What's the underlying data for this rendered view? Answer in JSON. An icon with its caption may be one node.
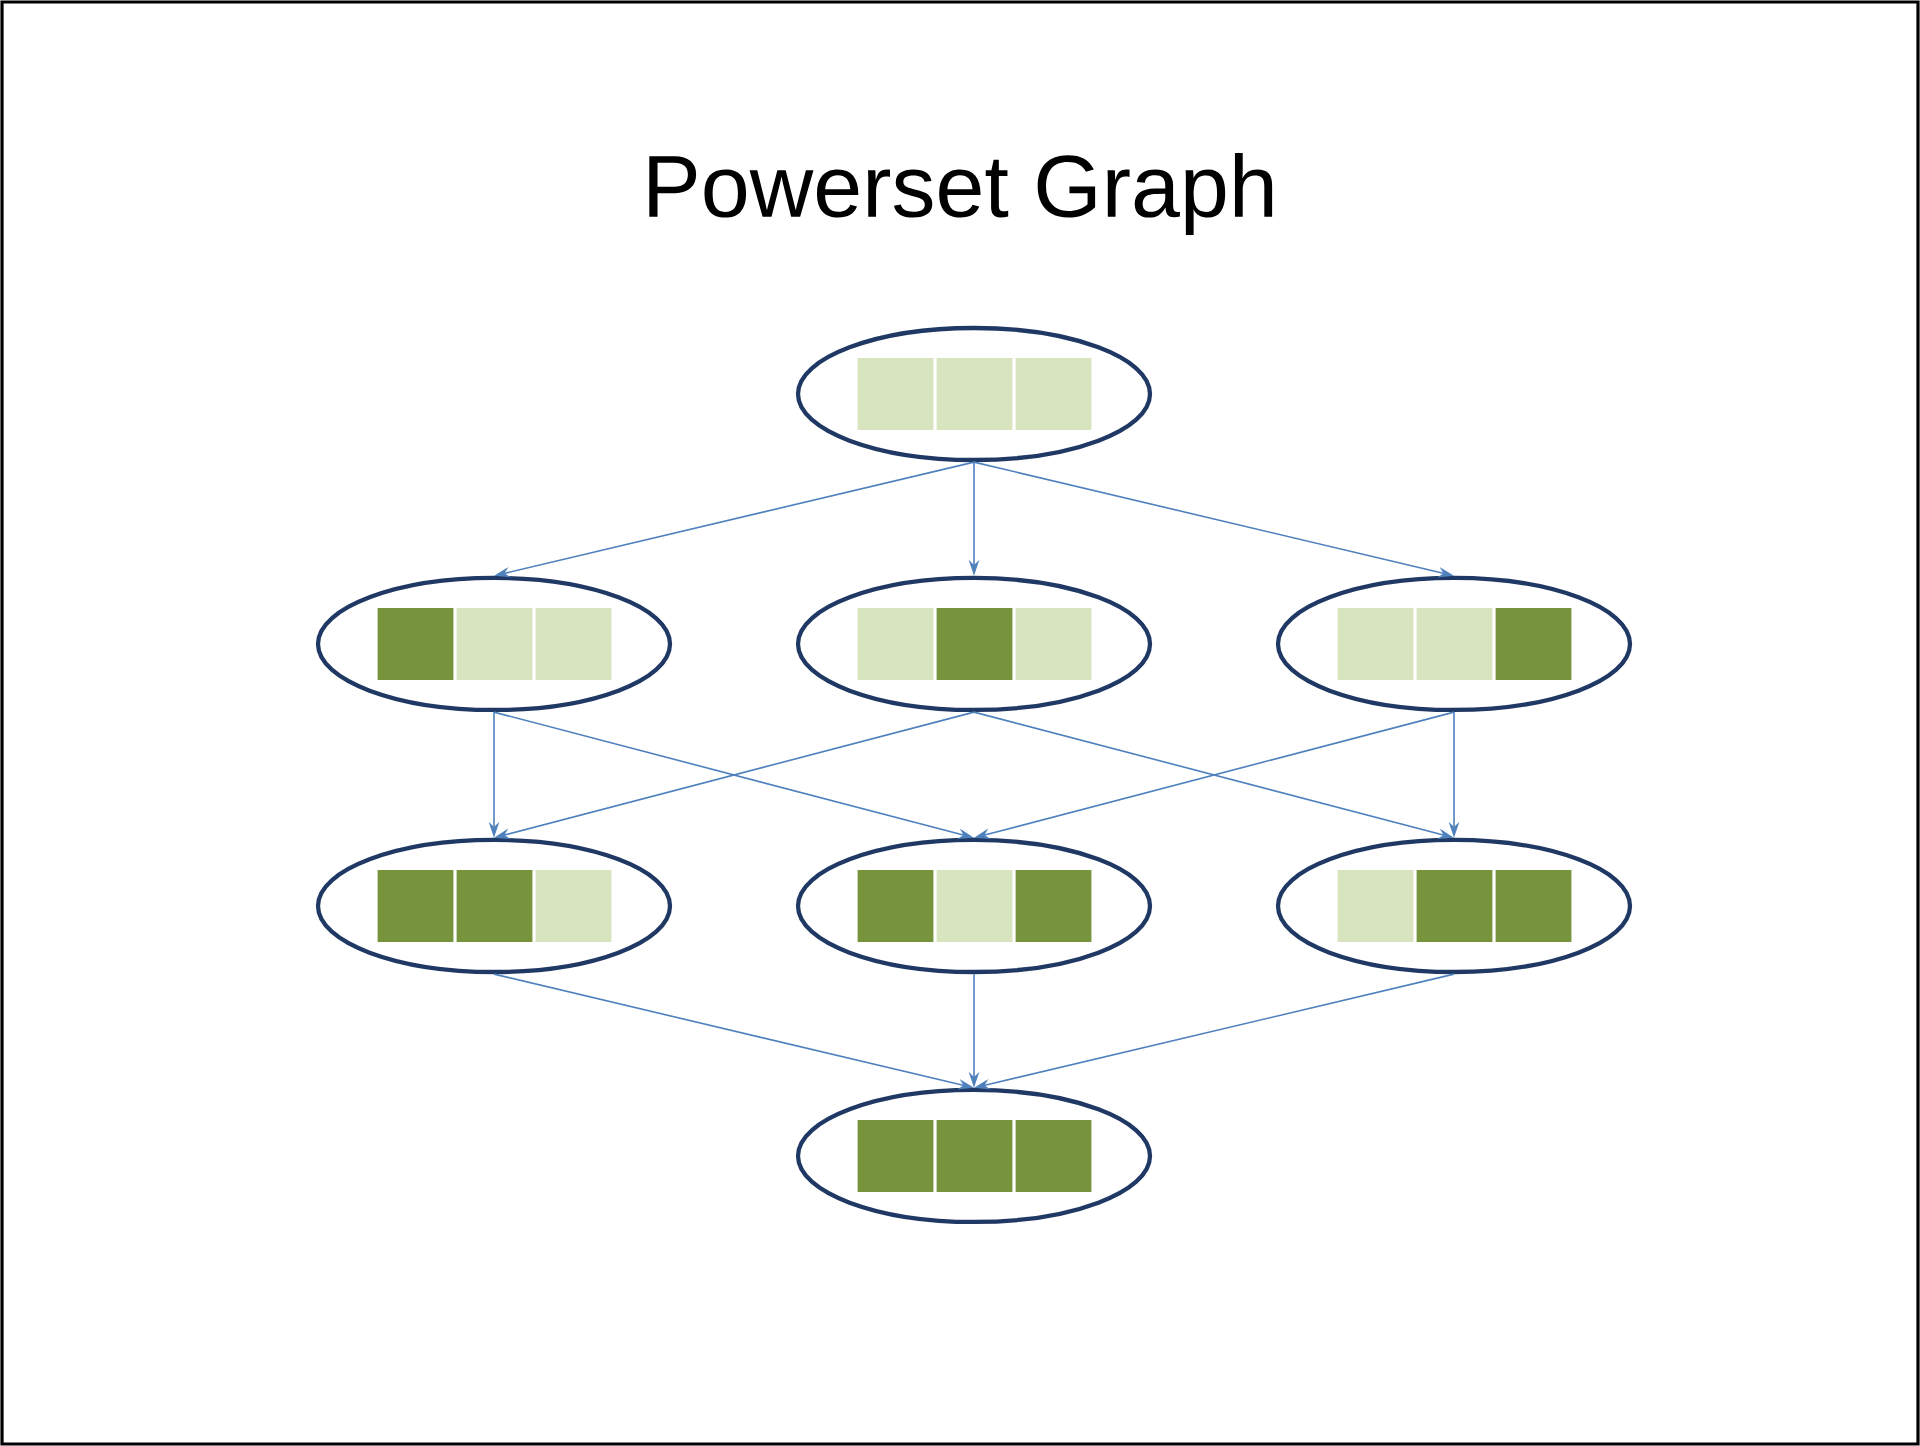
{
  "diagram": {
    "title": "Powerset Graph",
    "nodes": [
      {
        "text": [],
        "shape": "ellipse"
      },
      {
        "text": [],
        "shape": "ellipse"
      },
      {
        "text": [],
        "shape": "ellipse"
      },
      {
        "text": [],
        "shape": "ellipse"
      },
      {
        "text": [],
        "shape": "ellipse"
      },
      {
        "text": [],
        "shape": "ellipse"
      },
      {
        "text": [],
        "shape": "ellipse"
      },
      {
        "text": [],
        "shape": "ellipse"
      }
    ],
    "edges": [
      {
        "from": 0,
        "to": 1,
        "arrow": "to"
      },
      {
        "from": 0,
        "to": 2,
        "arrow": "to"
      },
      {
        "from": 0,
        "to": 3,
        "arrow": "to"
      },
      {
        "from": 1,
        "to": 4,
        "arrow": "to"
      },
      {
        "from": 1,
        "to": 5,
        "arrow": "to"
      },
      {
        "from": 2,
        "to": 4,
        "arrow": "to"
      },
      {
        "from": 2,
        "to": 6,
        "arrow": "to"
      },
      {
        "from": 3,
        "to": 5,
        "arrow": "to"
      },
      {
        "from": 3,
        "to": 6,
        "arrow": "to"
      },
      {
        "from": 4,
        "to": 7,
        "arrow": "to"
      },
      {
        "from": 5,
        "to": 7,
        "arrow": "to"
      },
      {
        "from": 6,
        "to": 7,
        "arrow": "to"
      }
    ]
  }
}
